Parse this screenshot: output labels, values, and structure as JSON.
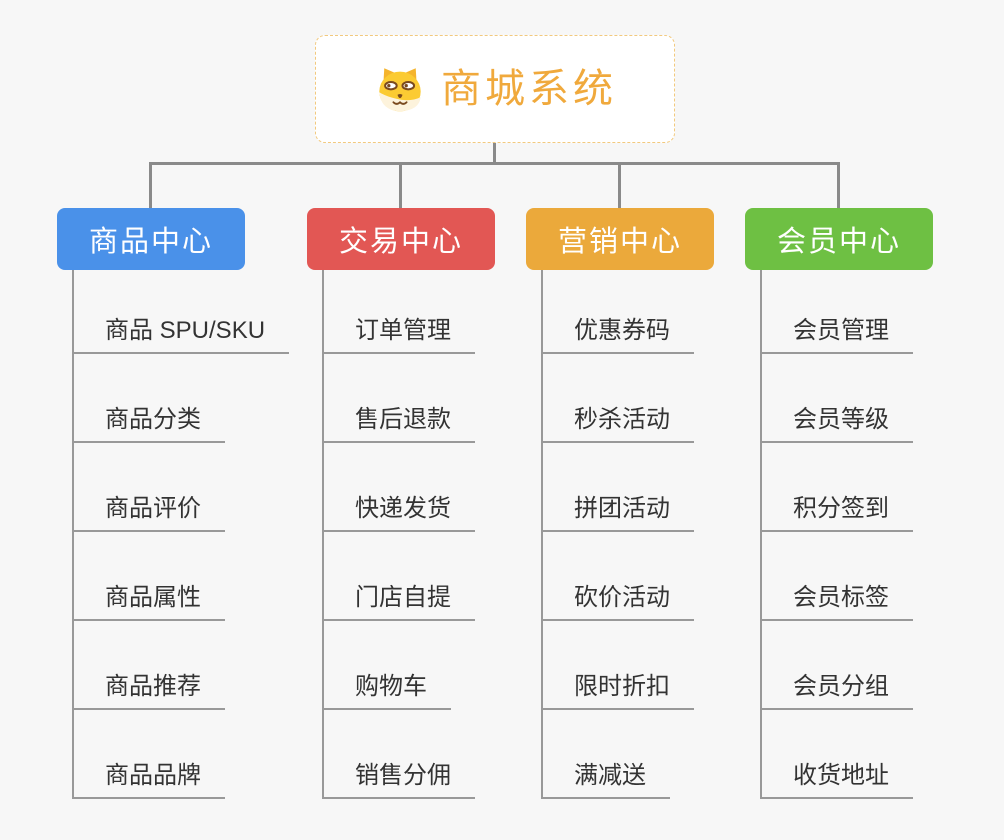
{
  "app": {
    "background": "#F7F7F7"
  },
  "root": {
    "title": "商城系统",
    "icon": "dog-face-icon",
    "text_color": "#F0A93C",
    "border_color": "#F2C97E"
  },
  "connector_color": "#8A8A8A",
  "line_color": "#999999",
  "leaf_text_color": "#333333",
  "branches": [
    {
      "label": "商品中心",
      "color": "#4A91E9",
      "children": [
        "商品 SPU/SKU",
        "商品分类",
        "商品评价",
        "商品属性",
        "商品推荐",
        "商品品牌"
      ]
    },
    {
      "label": "交易中心",
      "color": "#E25754",
      "children": [
        "订单管理",
        "售后退款",
        "快递发货",
        "门店自提",
        "购物车",
        "销售分佣"
      ]
    },
    {
      "label": "营销中心",
      "color": "#EBA93B",
      "children": [
        "优惠券码",
        "秒杀活动",
        "拼团活动",
        "砍价活动",
        "限时折扣",
        "满减送"
      ]
    },
    {
      "label": "会员中心",
      "color": "#6EC043",
      "children": [
        "会员管理",
        "会员等级",
        "积分签到",
        "会员标签",
        "会员分组",
        "收货地址"
      ]
    }
  ]
}
